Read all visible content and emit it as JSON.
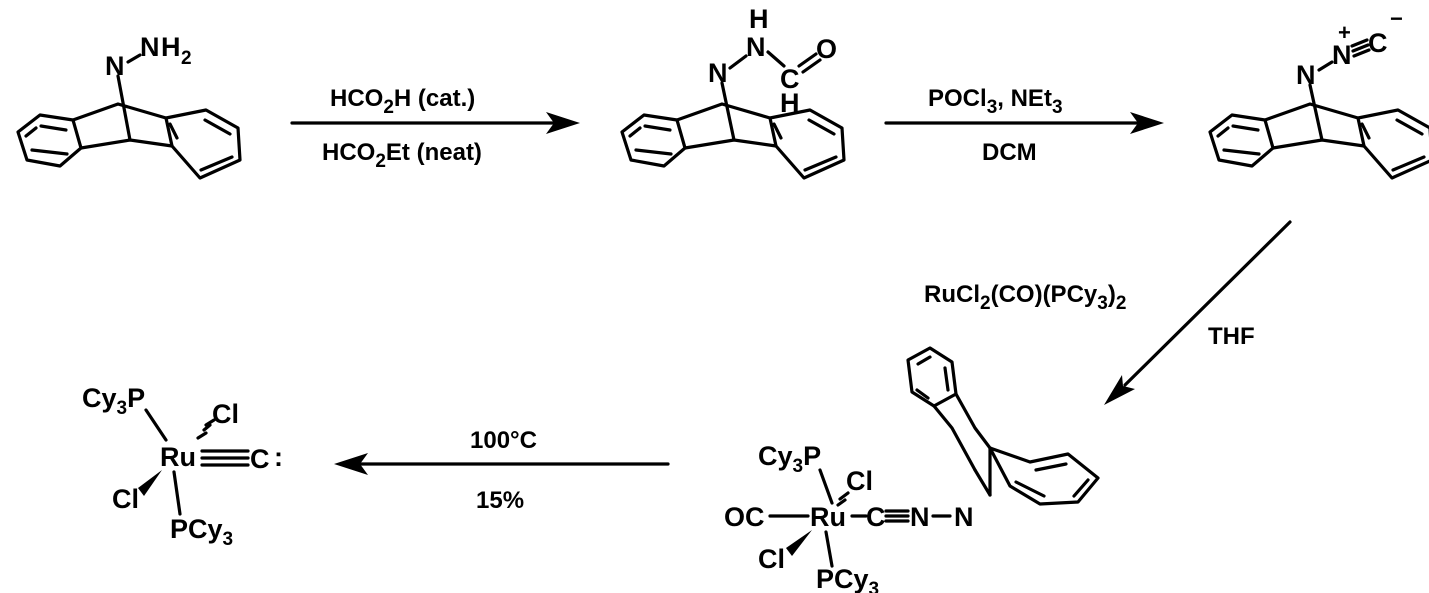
{
  "colors": {
    "nitrogen": "#1a1aff",
    "carbon": "#e8101a",
    "bond": "#000000"
  },
  "atoms": {
    "N": "N",
    "H": "H",
    "H2": "2",
    "C": "C",
    "O": "O",
    "plus": "+",
    "minus": "−",
    "Ru": "Ru",
    "Cl": "Cl",
    "P": "P",
    "Cy": "Cy",
    "Cy3": "3",
    "OC": "OC",
    "colon": ":",
    "PCy": "PCy"
  },
  "step1": {
    "above": "HCO",
    "above_sub": "2",
    "above_tail": "H (cat.)",
    "below": "HCO",
    "below_sub": "2",
    "below_tail": "Et (neat)"
  },
  "step2": {
    "above": "POCl",
    "above_sub": "3",
    "above_tail": ", NEt",
    "above_sub2": "3",
    "below": "DCM"
  },
  "step3": {
    "above": "RuCl",
    "above_sub": "2",
    "above_tail": "(CO)(PCy",
    "above_sub2": "3",
    "above_tail2": ")",
    "above_sub3": "2",
    "below": "THF"
  },
  "step4": {
    "above": "100°C",
    "below": "15%"
  }
}
